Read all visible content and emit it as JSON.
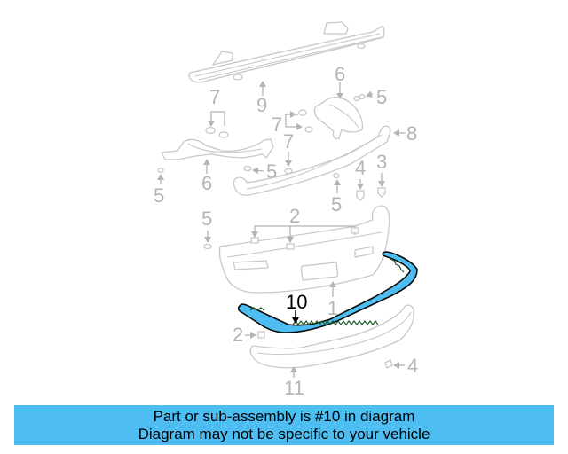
{
  "diagram": {
    "highlighted_part": "10",
    "highlight_color": "#4dbdf2",
    "callouts": {
      "bar9": "9",
      "bracket6_top": "6",
      "bracket6_left": "6",
      "clip5_top_right": "5",
      "clip7_left": "7",
      "clip7_mid": "7",
      "clip7_lower": "7",
      "clip5_mid": "5",
      "clip5_far_left": "5",
      "rail8": "8",
      "bolt4": "4",
      "bolt3": "3",
      "clip5_lower_mid": "5",
      "clip5_lower_left": "5",
      "clip2_group": "2",
      "fascia1": "1",
      "strip10": "10",
      "clip2_bottom": "2",
      "lower11": "11",
      "bolt4_bottom": "4"
    }
  },
  "banner": {
    "line1": "Part or sub-assembly is #10 in diagram",
    "line2": "Diagram may not be specific to your vehicle",
    "background_color": "#4dbdf2"
  }
}
